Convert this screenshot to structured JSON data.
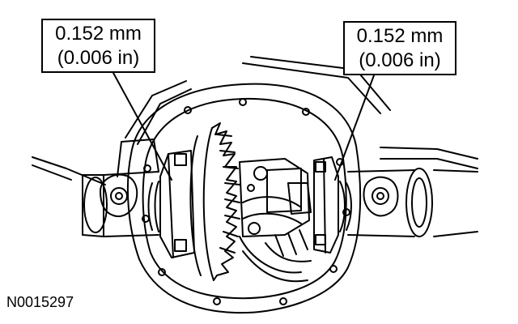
{
  "callouts": {
    "left": {
      "measurement": "0.152 mm",
      "imperial": "(0.006 in)"
    },
    "right": {
      "measurement": "0.152 mm",
      "imperial": "(0.006 in)"
    }
  },
  "figure_id": "N0015297",
  "colors": {
    "ink": "#000000",
    "paper": "#ffffff"
  }
}
